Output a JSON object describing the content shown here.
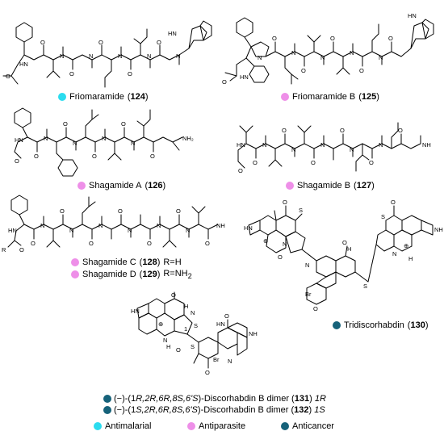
{
  "compounds": [
    {
      "id": "friomaramide",
      "name": "Friomaramide",
      "number": "124",
      "activity": "antimalarial"
    },
    {
      "id": "friomaramide-b",
      "name": "Friomaramide B",
      "number": "125",
      "activity": "antiparasite"
    },
    {
      "id": "shagamide-a",
      "name": "Shagamide A",
      "number": "126",
      "activity": "antiparasite"
    },
    {
      "id": "shagamide-b",
      "name": "Shagamide B",
      "number": "127",
      "activity": "antiparasite"
    },
    {
      "id": "shagamide-c",
      "name": "Shagamide C",
      "number": "128",
      "substituent": "R=H",
      "activity": "antiparasite"
    },
    {
      "id": "shagamide-d",
      "name": "Shagamide D",
      "number": "129",
      "substituent": "R=NH",
      "substituent_sub": "2",
      "activity": "antiparasite"
    },
    {
      "id": "tridiscorhabdin",
      "name": "Tridiscorhabdin",
      "number": "130",
      "activity": "anticancer"
    },
    {
      "id": "dimer-131",
      "prefix": "(−)-(1",
      "config": "R,2R,6R,8S,6'S",
      "suffix": ")-Discorhabdin B dimer",
      "number": "131",
      "tag": "1R",
      "activity": "anticancer"
    },
    {
      "id": "dimer-132",
      "prefix": "(−)-(1",
      "config": "S,2R,6R,8S,6'S",
      "suffix": ")-Discorhabdin B dimer",
      "number": "132",
      "tag": "1S",
      "activity": "anticancer"
    }
  ],
  "atom_labels": {
    "HN": "HN",
    "NH": "NH",
    "N": "N",
    "O": "O",
    "H": "H",
    "S": "S",
    "Br": "Br",
    "NH2": "NH₂",
    "R": "R",
    "plus": "⊕",
    "one": "1"
  },
  "legend": [
    {
      "label": "Antimalarial",
      "color": "#2bdcef"
    },
    {
      "label": "Antiparasite",
      "color": "#ee8fe8"
    },
    {
      "label": "Anticancer",
      "color": "#16627a"
    }
  ],
  "colors": {
    "antimalarial": "#2bdcef",
    "antiparasite": "#ee8fe8",
    "anticancer": "#16627a"
  }
}
